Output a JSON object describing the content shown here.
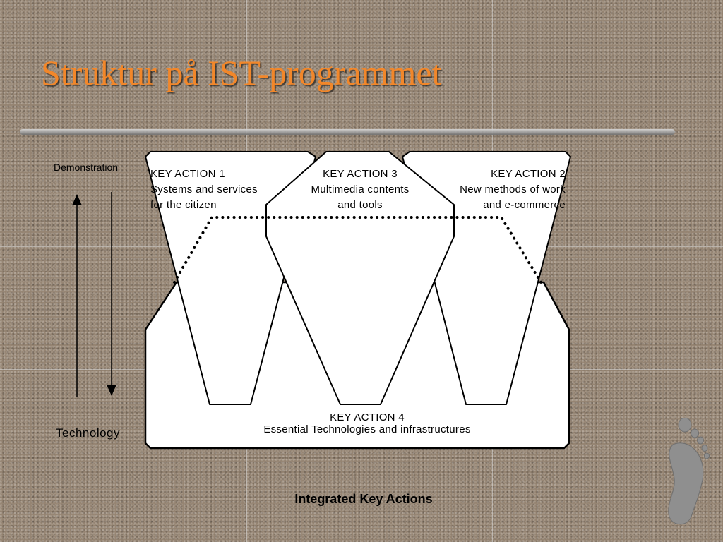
{
  "slide": {
    "title": "Struktur på IST-programmet",
    "caption": "Integrated Key Actions"
  },
  "axis": {
    "top_label": "Demonstration",
    "bottom_label": "Technology"
  },
  "key_actions": [
    {
      "heading": "KEY ACTION 1",
      "line1": "Systems and services",
      "line2": "for the citizen"
    },
    {
      "heading": "KEY ACTION 3",
      "line1": "Multimedia contents",
      "line2": "and tools"
    },
    {
      "heading": "KEY ACTION 2",
      "line1": "New  methods of work",
      "line2": "and e-commerce"
    },
    {
      "heading": "KEY ACTION 4",
      "line1": "Essential Technologies and infrastructures"
    }
  ],
  "colors": {
    "title": "#f2872a",
    "background": "#958472",
    "shape_fill": "#ffffff",
    "outline": "#000000"
  }
}
